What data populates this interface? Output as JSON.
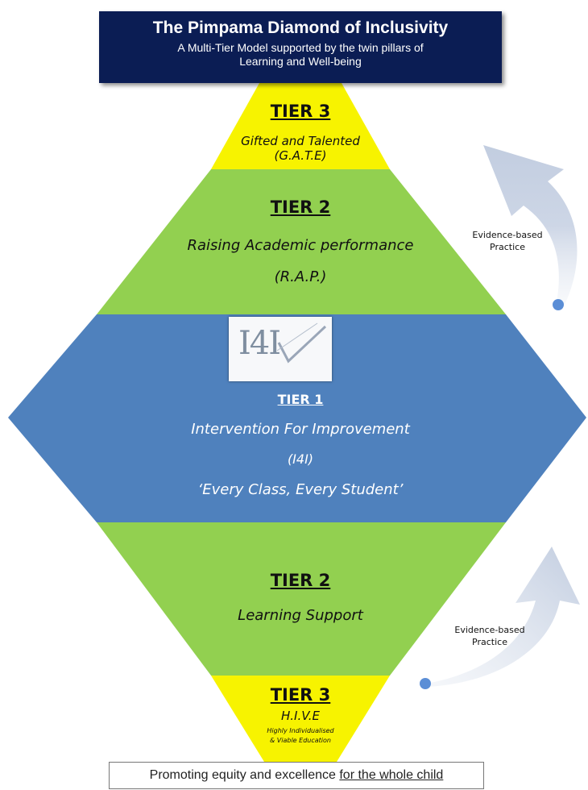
{
  "header": {
    "title": "The Pimpama Diamond of Inclusivity",
    "subtitle_line1": "A Multi-Tier Model supported by the twin pillars of",
    "subtitle_line2": "Learning and Well-being"
  },
  "top_tier3": {
    "heading": "TIER 3",
    "line1": "Gifted and Talented",
    "line2": "(G.A.T.E)"
  },
  "top_tier2": {
    "heading": "TIER 2",
    "line1": "Raising Academic performance",
    "line2": "(R.A.P.)"
  },
  "tier1": {
    "logo_text": "I4I",
    "heading": "TIER 1",
    "line1": "Intervention For Improvement",
    "line2": "(I4I)",
    "line3": "‘Every Class, Every Student’"
  },
  "bottom_tier2": {
    "heading": "TIER 2",
    "line1": "Learning Support"
  },
  "bottom_tier3": {
    "heading": "TIER 3",
    "line1": "H.I.V.E",
    "line2": "Highly Individualised",
    "line3": "& Viable Education"
  },
  "arrow_top": {
    "line1": "Evidence-based",
    "line2": "Practice"
  },
  "arrow_bottom": {
    "line1": "Evidence-based",
    "line2": "Practice"
  },
  "footer": {
    "text_plain": "Promoting equity and excellence ",
    "text_underlined": "for the whole child"
  },
  "colors": {
    "navy": "#0b1d54",
    "yellow": "#f7f300",
    "green": "#92d050",
    "blue": "#4f81bd",
    "arrow": "#c8d1e2"
  }
}
